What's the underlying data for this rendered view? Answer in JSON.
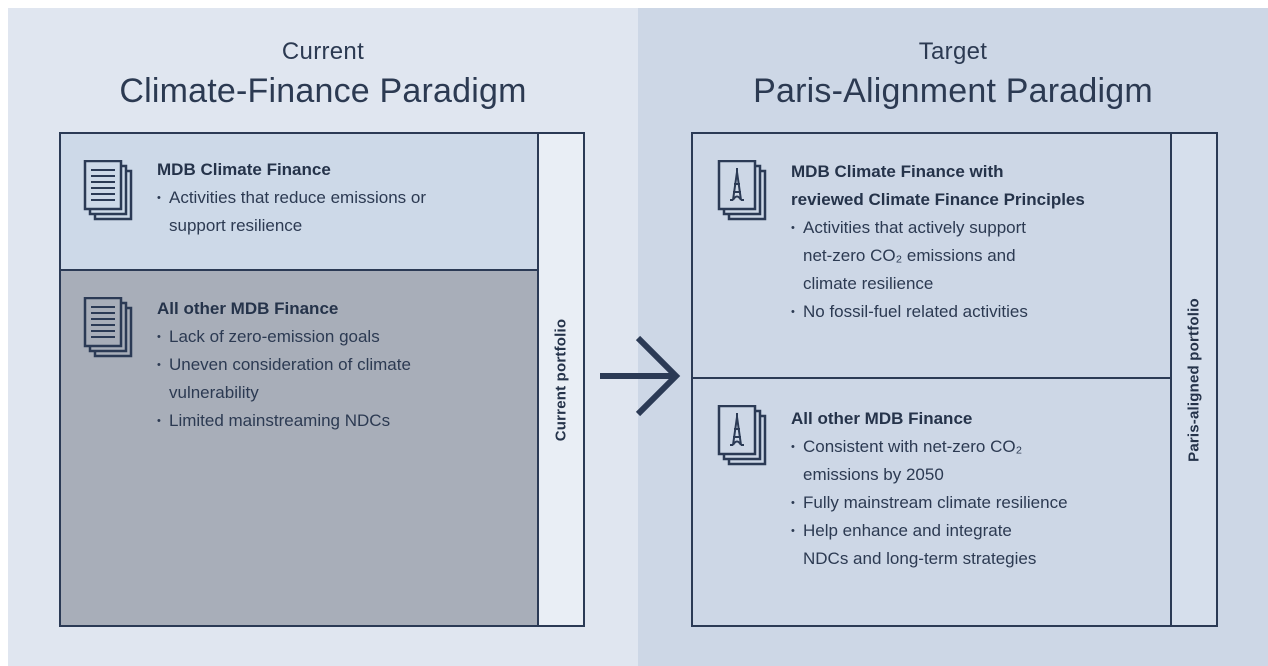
{
  "left": {
    "pretitle": "Current",
    "title": "Climate-Finance Paradigm",
    "side_label": "Current portfolio",
    "top": {
      "heading": "MDB Climate Finance",
      "bullets": [
        "Activities that reduce emissions or\nsupport resilience"
      ],
      "icon": "document-stack-icon"
    },
    "bottom": {
      "heading": "All other MDB Finance",
      "bullets": [
        "Lack of zero-emission goals",
        "Uneven consideration of climate\nvulnerability",
        "Limited mainstreaming NDCs"
      ],
      "icon": "document-stack-icon"
    }
  },
  "right": {
    "pretitle": "Target",
    "title": "Paris-Alignment Paradigm",
    "side_label": "Paris-aligned portfolio",
    "top": {
      "heading": "MDB Climate Finance with\nreviewed Climate Finance Principles",
      "bullets": [
        "Activities that actively support\nnet-zero CO₂ emissions and\nclimate resilience",
        "No fossil-fuel related activities"
      ],
      "icon": "eiffel-tower-document-icon"
    },
    "bottom": {
      "heading": "All other MDB Finance",
      "bullets": [
        "Consistent with net-zero CO₂\nemissions by 2050",
        "Fully mainstream climate resilience",
        "Help enhance and integrate\nNDCs and long-term strategies"
      ],
      "icon": "eiffel-tower-document-icon"
    }
  },
  "colors": {
    "navy": "#2b3a55",
    "left_bg": "#e0e6f0",
    "right_bg": "#cdd7e6",
    "box_light": "#cdd9e8",
    "box_gray": "#a8aeb9"
  }
}
